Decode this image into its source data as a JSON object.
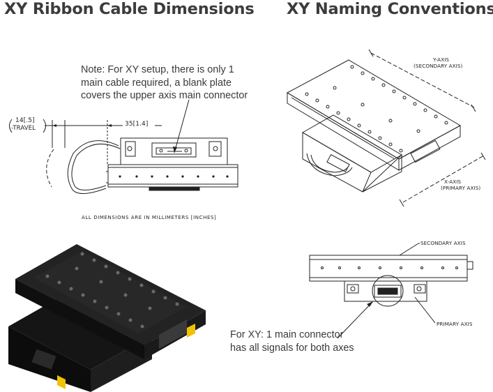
{
  "left_panel": {
    "title": "XY Ribbon Cable Dimensions",
    "note_lines": [
      "Note: For XY setup, there is only 1",
      "main cable required, a blank plate",
      "covers the upper axis main connector"
    ],
    "travel_dim": {
      "value": "14",
      "bracket": "[.5]",
      "label": "TRAVEL"
    },
    "offset_dim": {
      "value": "35",
      "bracket": "[1.4]"
    },
    "units_note": "ALL DIMENSIONS ARE IN MILLIMETERS [INCHES]"
  },
  "right_panel": {
    "title": "XY Naming Conventions",
    "y_axis_label": "Y-AXIS",
    "y_axis_sub": "(SECONDARY AXIS)",
    "x_axis_label": "X-AXIS",
    "x_axis_sub": "(PRIMARY AXIS)",
    "secondary_label": "SECONDARY AXIS",
    "primary_label": "PRIMARY AXIS",
    "connector_note_lines": [
      "For XY: 1 main connector",
      "has all signals for both axes"
    ]
  },
  "colors": {
    "heading": "#3c3c3c",
    "line": "#222222",
    "stage_body": "#1c1c1c",
    "warning": "#f2c200"
  }
}
